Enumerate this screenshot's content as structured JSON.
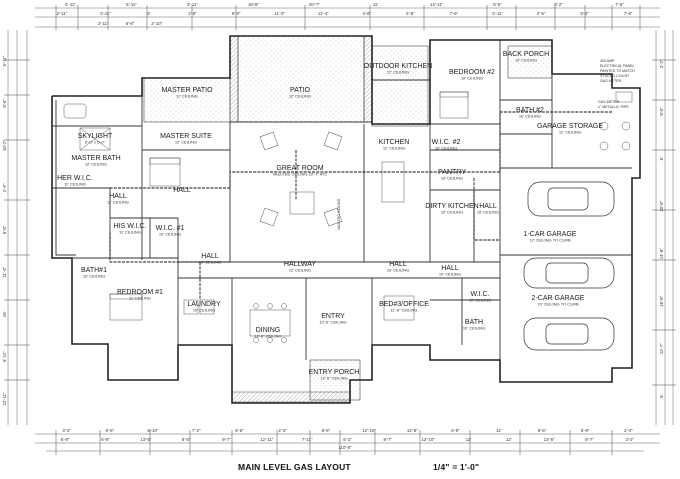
{
  "drawing": {
    "title": "MAIN LEVEL GAS LAYOUT",
    "scale": "1/4\" = 1'-0\""
  },
  "rooms": [
    {
      "id": "patio",
      "name": "PATIO",
      "sub": "12' CEILING"
    },
    {
      "id": "master-patio",
      "name": "MASTER PATIO",
      "sub": "11' CEILING"
    },
    {
      "id": "outdoor-kitchen",
      "name": "OUTDOOR KITCHEN",
      "sub": "12' CEILING"
    },
    {
      "id": "bedroom-2",
      "name": "BEDROOM #2",
      "sub": "10' CEILING"
    },
    {
      "id": "back-porch",
      "name": "BACK PORCH",
      "sub": "10' CEILING"
    },
    {
      "id": "bath-2",
      "name": "BATH #2",
      "sub": "10' CEILING"
    },
    {
      "id": "garage-storage",
      "name": "GARAGE STORAGE",
      "sub": "12' CEILING"
    },
    {
      "id": "master-suite",
      "name": "MASTER SUITE",
      "sub": "12' CEILING"
    },
    {
      "id": "master-bath",
      "name": "MASTER BATH",
      "sub": "12' CEILING"
    },
    {
      "id": "kitchen",
      "name": "KITCHEN",
      "sub": "12' CEILING"
    },
    {
      "id": "wic-2",
      "name": "W.I.C. #2",
      "sub": "10' CEILING"
    },
    {
      "id": "pantry",
      "name": "PANTRY",
      "sub": "10' CEILING"
    },
    {
      "id": "great-room",
      "name": "GREAT ROOM",
      "sub": "VAULTED CEILING 22'-7\" ATC"
    },
    {
      "id": "her-wic",
      "name": "HER W.I.C.",
      "sub": "11' CEILING"
    },
    {
      "id": "his-wic",
      "name": "HIS W.I.C.",
      "sub": "11' CEILING"
    },
    {
      "id": "wic-1",
      "name": "W.I.C. #1",
      "sub": "10' CEILING"
    },
    {
      "id": "hall-a",
      "name": "HALL",
      "sub": "11' CEILING"
    },
    {
      "id": "dirty-kitchen",
      "name": "DIRTY KITCHEN",
      "sub": "10' CEILING"
    },
    {
      "id": "hall-b",
      "name": "HALL",
      "sub": "10' CEILING"
    },
    {
      "id": "garage-1",
      "name": "1-CAR GARAGE",
      "sub": "12' CEILING TO CURB"
    },
    {
      "id": "bath-1",
      "name": "BATH#1",
      "sub": "10' CEILING"
    },
    {
      "id": "hallway",
      "name": "HALLWAY",
      "sub": "12' CEILING"
    },
    {
      "id": "hall-c",
      "name": "HALL",
      "sub": "10' CEILING"
    },
    {
      "id": "hall-d",
      "name": "HALL",
      "sub": "10' CEILING"
    },
    {
      "id": "hall-e",
      "name": "HALL",
      "sub": "10' CEILING"
    },
    {
      "id": "bedroom-1",
      "name": "BEDROOM #1",
      "sub": "11' CEILING"
    },
    {
      "id": "laundry",
      "name": "LAUNDRY",
      "sub": "10' CEILING"
    },
    {
      "id": "entry",
      "name": "ENTRY",
      "sub": "12'-6\" CEILING"
    },
    {
      "id": "bed3-office",
      "name": "BED#3/OFFICE",
      "sub": "11'-6\" CEILING"
    },
    {
      "id": "garage-2",
      "name": "2-CAR GARAGE",
      "sub": "10' CEILING TO CURB"
    },
    {
      "id": "wic-3",
      "name": "W.I.C.",
      "sub": "10' CEILING"
    },
    {
      "id": "bath-3",
      "name": "BATH",
      "sub": "10' CEILING"
    },
    {
      "id": "dining",
      "name": "DINING",
      "sub": "12'-6\" CEILING"
    },
    {
      "id": "entry-porch",
      "name": "ENTRY PORCH",
      "sub": "12'-6\" CEILING"
    },
    {
      "id": "skylight",
      "name": "SKYLIGHT",
      "sub": "6'-0\" x 6'-0\""
    },
    {
      "id": "hall-f",
      "name": "HALL",
      "sub": ""
    }
  ],
  "notes": {
    "electrical": [
      "400 AMP",
      "ELECTRICAL PANEL",
      "PAINTED TO MATCH",
      "STUCCO COLOR",
      "GAS METER"
    ],
    "gas_meter": [
      "GAS METER",
      "1\" METALLIC PIPE"
    ],
    "vaulted": "VAULTED CEILING"
  },
  "dimensions": {
    "top_row_1": [
      "5'-11\"",
      "5'-11\"",
      "3'-11\"",
      "18'-8\"",
      "20'-7\"",
      "11'",
      "14'-11\"",
      "5'-5\"",
      "8'-2\"",
      "7'-6\""
    ],
    "top_row_2": [
      "2'-11\"",
      "2'-11\"",
      "3'",
      "2'-8\"",
      "9'-3\"",
      "11'-3\"",
      "11'-4\"",
      "4'-6\"",
      "6'-8\"",
      "7'-6\"",
      "2'-11\"",
      "2'-5\"",
      "8'-2\"",
      "7'-6\""
    ],
    "top_row_3": [
      "2'-11\"",
      "6'-8\"",
      "2'-10\""
    ],
    "bottom_row_1": [
      "3'-2\"",
      "9'-6\"",
      "6'-10\"",
      "7'-2\"",
      "8'-6\"",
      "2'-2\"",
      "8'-6\"",
      "12'-10\"",
      "12'-8\"",
      "6'-8\"",
      "12'",
      "8'-6\"",
      "5'-8\"",
      "2'-4\""
    ],
    "bottom_row_2": [
      "6'-8\"",
      "6'-8\"",
      "13'-5\"",
      "8'-5\"",
      "9'-7\"",
      "12'-11\"",
      "7'-11\"",
      "6'-2\"",
      "8'-7\"",
      "12'-10\"",
      "12'",
      "12'",
      "13'-5\"",
      "8'-7\"",
      "3'-2\""
    ],
    "overall": "110'-8\"",
    "left": [
      "5'-11\"",
      "8'-5\"",
      "10'-2\"",
      "2'-9\"",
      "6'-8\"",
      "11'-4\"",
      "16'",
      "6'-11\"",
      "12'-11\""
    ],
    "right": [
      "3'-2\"",
      "8'-5\"",
      "6'",
      "10'-6\"",
      "14'-8\"",
      "16'-8\"",
      "12'-7\"",
      "6'"
    ]
  }
}
